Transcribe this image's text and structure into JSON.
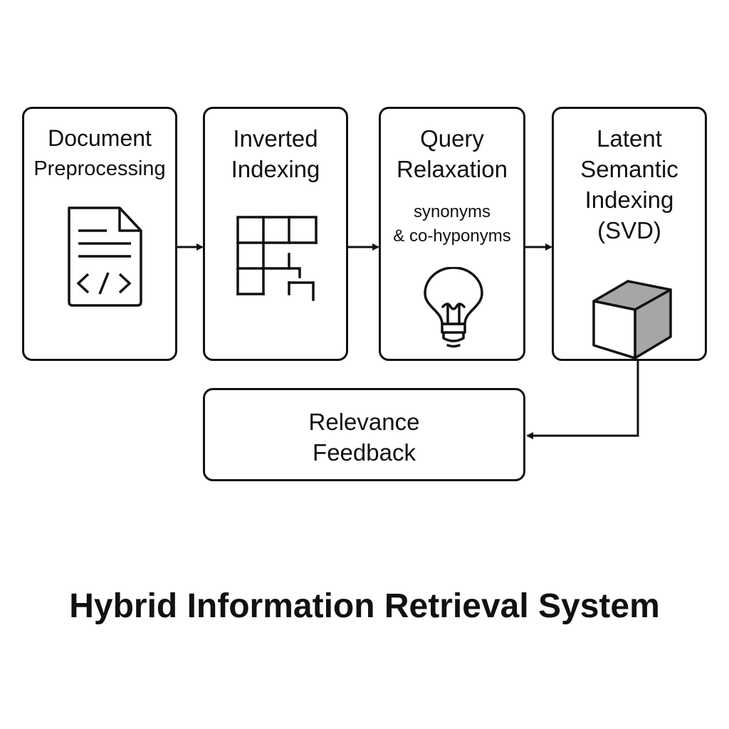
{
  "title": "Hybrid Information Retrieval System",
  "stages": {
    "document_preprocessing": {
      "line1": "Document",
      "line2": "Preprocessing",
      "icon": "code-document-icon"
    },
    "inverted_indexing": {
      "line1": "Inverted",
      "line2": "Indexing",
      "icon": "index-grid-icon"
    },
    "query_relaxation": {
      "line1": "Query",
      "line2": "Relaxation",
      "sub1": "synonyms",
      "sub2": "& co-hyponyms",
      "icon": "lightbulb-icon"
    },
    "latent_semantic_indexing": {
      "line1": "Latent",
      "line2": "Semantic",
      "line3": "Indexing",
      "line4": "(SVD)",
      "icon": "cube-icon"
    },
    "relevance_feedback": {
      "line1": "Relevance",
      "line2": "Feedback"
    }
  },
  "colors": {
    "stroke": "#111111",
    "cube_shade": "#a6a6a6",
    "background": "#ffffff"
  }
}
